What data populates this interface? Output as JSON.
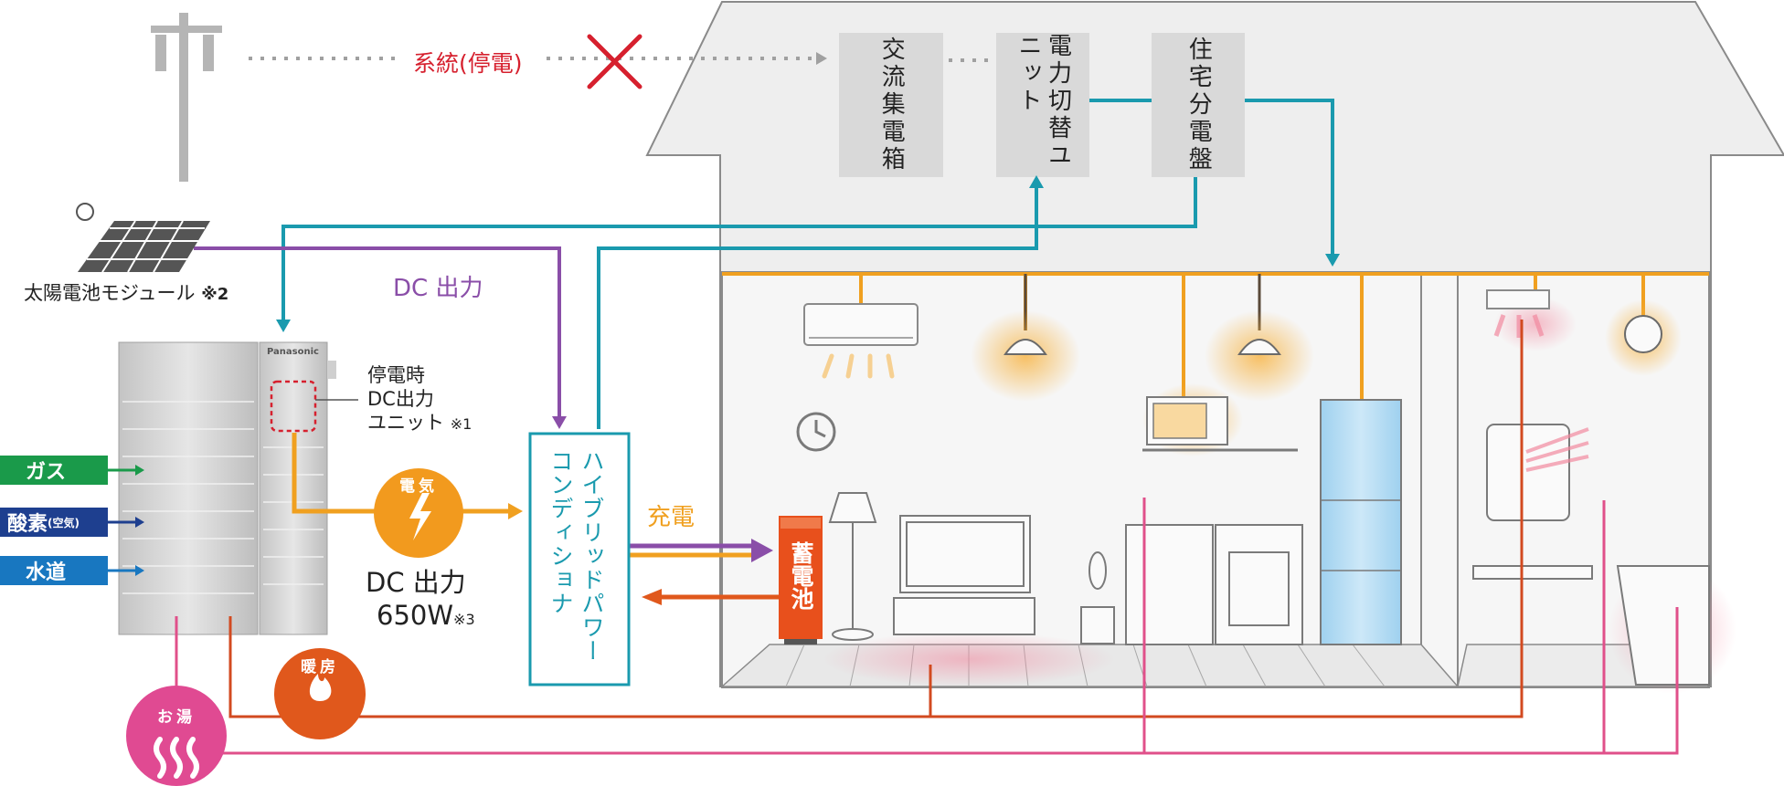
{
  "grid": {
    "label": "系統(停電)"
  },
  "house": {
    "ac_box": "交流集電箱",
    "switch_unit": "電力切替ユニット",
    "distribution_board": "住宅分電盤"
  },
  "solar": {
    "label": "太陽電池モジュール",
    "note": "※2"
  },
  "dc_output_top": "DC 出力",
  "fuel_cell": {
    "brand": "Panasonic"
  },
  "outage_unit": {
    "line1": "停電時",
    "line2": "DC出力",
    "line3": "ユニット",
    "note": "※1"
  },
  "inputs": [
    {
      "label": "ガス",
      "sub": "",
      "color": "#1a9a4a"
    },
    {
      "label": "酸素",
      "sub": "(空気)",
      "color": "#1e3f8f"
    },
    {
      "label": "水道",
      "sub": "",
      "color": "#1877c0"
    }
  ],
  "electricity_badge": "電気",
  "dc_output": {
    "label": "DC 出力",
    "value": "650W",
    "note": "※3"
  },
  "hybrid_pcs": "ハイブリッドパワーコンディショナ",
  "charge": "充電",
  "battery": "蓄電池",
  "heating_badge": "暖房",
  "hotwater_badge": "お湯",
  "colors": {
    "orange": "#f0a020",
    "purple": "#8a4ea8",
    "teal": "#1a9aae",
    "red_orange": "#e0581c",
    "pink": "#e0508a",
    "red": "#d6202e",
    "house_bg": "#eeeeee",
    "house_line": "#8a8a8a",
    "box_grey": "#d9d9d9"
  }
}
